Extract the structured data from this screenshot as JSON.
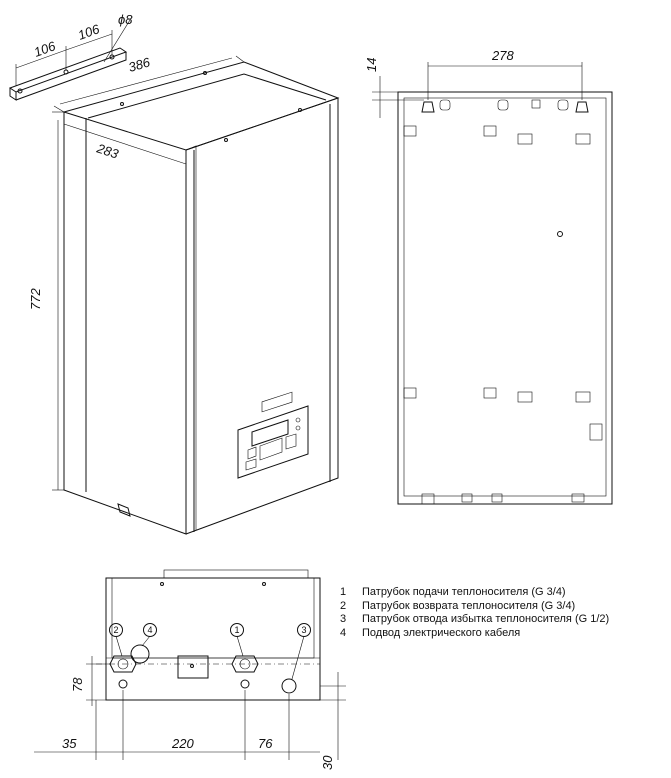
{
  "dimensions": {
    "bracket_left": "106",
    "bracket_right": "106",
    "hole_diameter": "ϕ8",
    "width": "386",
    "depth": "283",
    "height": "772",
    "offset_top": "14",
    "mount_spacing": "278",
    "pipe_height": "78",
    "left_offset": "35",
    "pipe_spacing": "220",
    "pipe3_offset": "76",
    "pipe3_height": "30"
  },
  "callouts": [
    "1",
    "2",
    "3",
    "4"
  ],
  "legend": [
    {
      "number": "1",
      "text": "Патрубок подачи теплоносителя (G 3/4)"
    },
    {
      "number": "2",
      "text": "Патрубок возврата теплоносителя (G 3/4)"
    },
    {
      "number": "3",
      "text": "Патрубок отвода избытка теплоносителя (G 1/2)"
    },
    {
      "number": "4",
      "text": "Подвод электрического кабеля"
    }
  ]
}
